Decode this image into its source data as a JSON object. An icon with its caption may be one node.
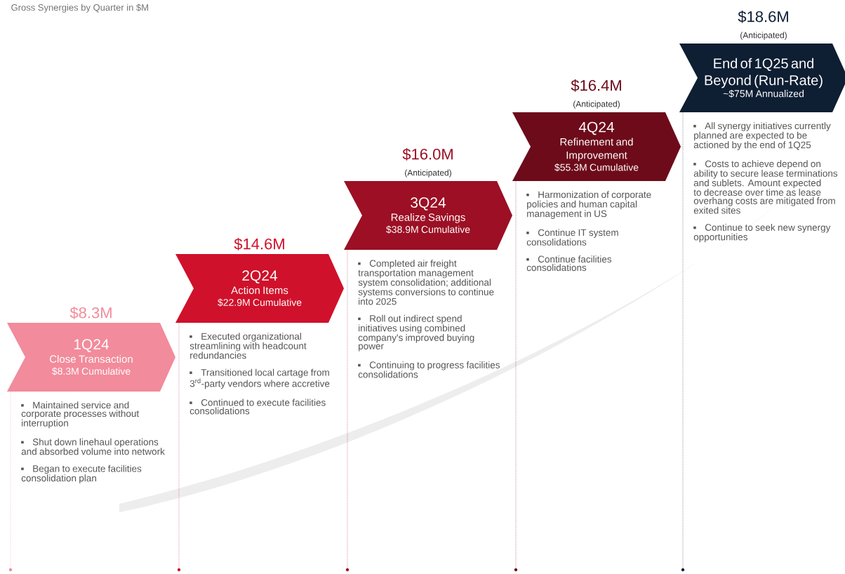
{
  "diagram": {
    "title": "Gross Synergies by Quarter in $M",
    "nodes": [
      {
        "text": [
          "1Q24",
          "Close Transaction",
          "$8.3M Cumulative"
        ],
        "beside": [
          "$8.3M"
        ]
      },
      {
        "text": [
          "2Q24",
          "Action Items",
          "$22.9M Cumulative"
        ],
        "beside": [
          "$14.6M"
        ]
      },
      {
        "text": [
          "3Q24",
          "Realize Savings",
          "$38.9M Cumulative"
        ],
        "beside": [
          "$16.0M",
          "(Anticipated)"
        ]
      },
      {
        "text": [
          "4Q24",
          "Refinement and Improvement",
          "$55.3M Cumulative"
        ],
        "beside": [
          "$16.4M",
          "(Anticipated)"
        ]
      },
      {
        "text": [
          "End of 1Q25 and Beyond (Run-Rate)",
          "~$75M Annualized"
        ],
        "beside": [
          "$18.6M",
          "(Anticipated)"
        ]
      }
    ],
    "labels": [
      "All synergy initiatives currently planned are expected to be actioned by the end of 1Q25",
      "Costs to achieve depend on ability to secure lease terminations and sublets. Amount expected to decrease over time as lease overhang costs are mitigated from exited sites",
      "Continue to seek new synergy opportunities",
      "Harmonization of corporate policies and human capital management in US",
      "Continue IT system consolidations",
      "Continue facilities consolidations",
      "Completed air freight transportation management system consolidation; additional systems conversions to continue into 2025",
      "Roll out indirect spend initiatives using combined company's improved buying power",
      "Continuing to progress facilities consolidations",
      "Executed organizational streamlining with headcount redundancies",
      "Transitioned local cartage from 3$^{rd}$-party vendors where accretive",
      "Continued to execute facilities consolidations",
      "Maintained service and corporate processes without interruption",
      "Shut down linehaul operations and absorbed volume into network",
      "Began to execute facilities consolidation plan"
    ]
  }
}
